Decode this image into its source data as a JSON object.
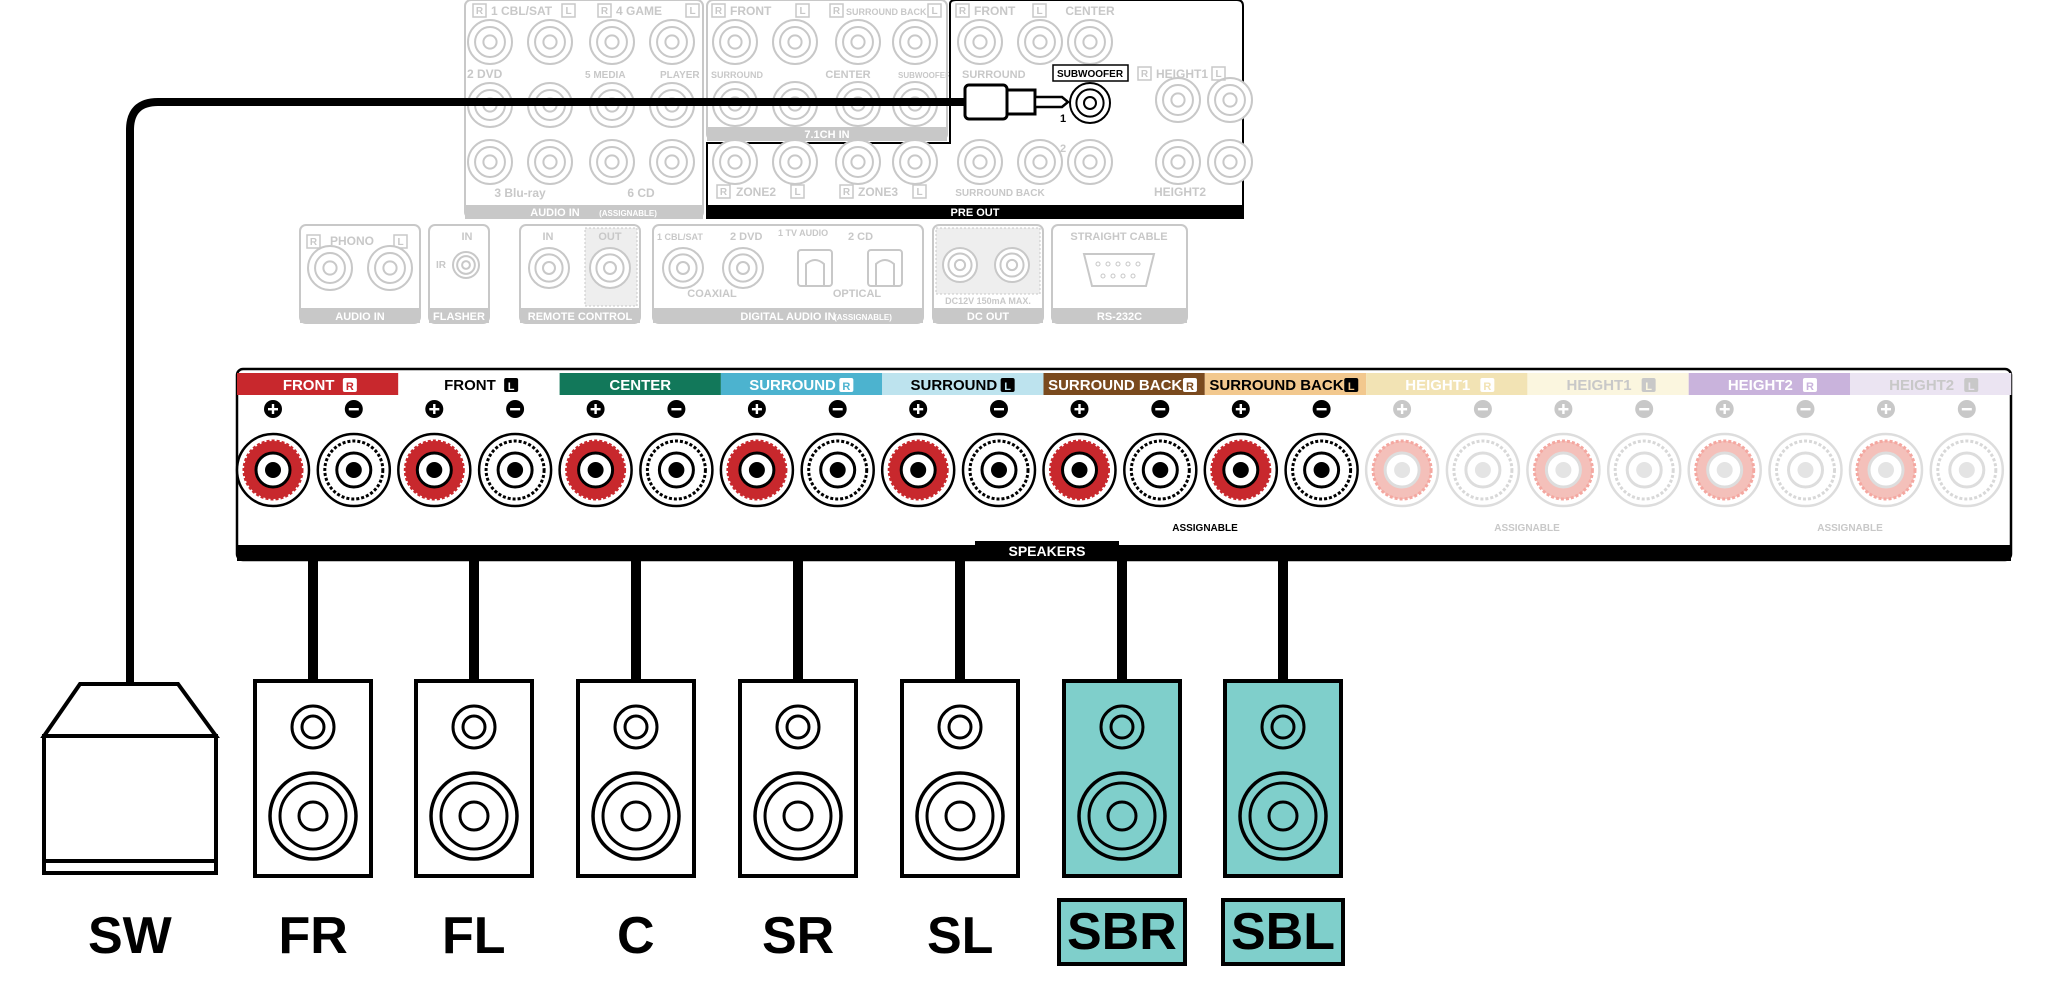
{
  "rear_panel": {
    "audio_in_box": {
      "row1": [
        "1 CBL/SAT",
        "4 GAME"
      ],
      "row2": [
        "2 DVD",
        "5 MEDIA",
        "PLAYER"
      ],
      "row3": [
        "3 Blu-ray",
        "6 CD"
      ],
      "footer": "AUDIO IN",
      "footer_note": "(ASSIGNABLE)"
    },
    "seven_one_in": {
      "top": [
        "FRONT",
        "SURROUND BACK"
      ],
      "bottom": [
        "SURROUND",
        "CENTER",
        "SUBWOOFER"
      ],
      "footer": "7.1CH IN"
    },
    "pre_out": {
      "top": [
        "FRONT",
        "CENTER"
      ],
      "row2": [
        "SURROUND",
        "SUBWOOFER",
        "HEIGHT1"
      ],
      "numbers": [
        "1",
        "2"
      ],
      "row3": [
        "ZONE2",
        "ZONE3",
        "SURROUND BACK",
        "HEIGHT2"
      ],
      "footer": "PRE OUT"
    },
    "lower_row": {
      "phono": "PHONO",
      "audio_in": "AUDIO IN",
      "flasher_in": "IN",
      "flasher_ir": "IR",
      "flasher": "FLASHER",
      "remote_in": "IN",
      "remote_out": "OUT",
      "remote_control": "REMOTE CONTROL",
      "digital_labels": [
        "1 CBL/SAT",
        "2 DVD",
        "1 TV AUDIO",
        "2 CD"
      ],
      "coaxial": "COAXIAL",
      "optical": "OPTICAL",
      "digital_audio_in": "DIGITAL AUDIO IN",
      "digital_note": "(ASSIGNABLE)",
      "dc_out_spec": "DC12V 150mA MAX.",
      "dc_out": "DC OUT",
      "straight_cable": "STRAIGHT CABLE",
      "rs232c": "RS-232C"
    }
  },
  "speaker_terminals": {
    "channels": [
      {
        "label": "FRONT",
        "side": "R",
        "color": "#c8282d",
        "text_color": "#ffffff",
        "active": true
      },
      {
        "label": "FRONT",
        "side": "L",
        "color": "#ffffff",
        "text_color": "#000000",
        "active": true
      },
      {
        "label": "CENTER",
        "side": "",
        "color": "#12785a",
        "text_color": "#ffffff",
        "active": true
      },
      {
        "label": "SURROUND",
        "side": "R",
        "color": "#4cb3cf",
        "text_color": "#ffffff",
        "active": true
      },
      {
        "label": "SURROUND",
        "side": "L",
        "color": "#bde3ee",
        "text_color": "#000000",
        "active": true
      },
      {
        "label": "SURROUND BACK",
        "side": "R",
        "color": "#7a4a1e",
        "text_color": "#ffffff",
        "active": true
      },
      {
        "label": "SURROUND BACK",
        "side": "L",
        "color": "#f2c88e",
        "text_color": "#000000",
        "active": true
      },
      {
        "label": "HEIGHT1",
        "side": "R",
        "color": "#f2e3b4",
        "text_color": "#ffffff",
        "active": false
      },
      {
        "label": "HEIGHT1",
        "side": "L",
        "color": "#fbf6df",
        "text_color": "#c8c8c8",
        "active": false
      },
      {
        "label": "HEIGHT2",
        "side": "R",
        "color": "#c9b3dc",
        "text_color": "#ffffff",
        "active": false
      },
      {
        "label": "HEIGHT2",
        "side": "L",
        "color": "#ebe4f2",
        "text_color": "#c8c8c8",
        "active": false
      }
    ],
    "speakers_label": "SPEAKERS",
    "assignable_labels": [
      "ASSIGNABLE",
      "ASSIGNABLE",
      "ASSIGNABLE"
    ]
  },
  "speakers": [
    {
      "label": "FR",
      "highlight": false
    },
    {
      "label": "FL",
      "highlight": false
    },
    {
      "label": "C",
      "highlight": false
    },
    {
      "label": "SR",
      "highlight": false
    },
    {
      "label": "SL",
      "highlight": false
    },
    {
      "label": "SBR",
      "highlight": true
    },
    {
      "label": "SBL",
      "highlight": true
    }
  ],
  "subwoofer": {
    "label": "SW"
  },
  "colors": {
    "highlight_fill": "#7fcfcb",
    "red_terminal": "#c8282d",
    "faded": "#c8c8c8"
  }
}
